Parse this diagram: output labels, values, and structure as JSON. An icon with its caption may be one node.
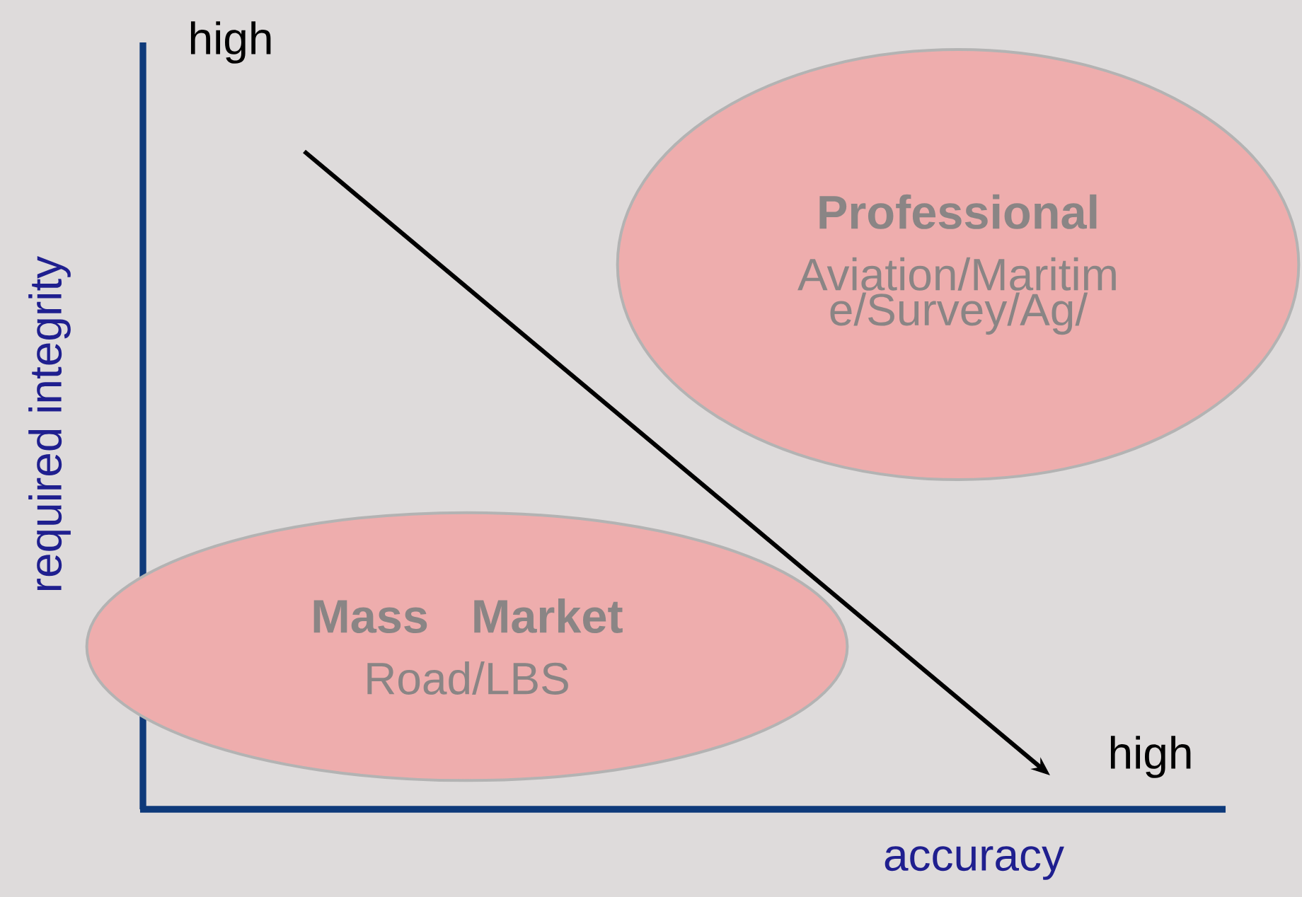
{
  "diagram": {
    "nodes": [
      {
        "text": [
          "Professional",
          "Aviation/Maritim e/Survey/Ag/"
        ]
      },
      {
        "text": [
          "Mass Market",
          "Road/LBS"
        ]
      }
    ],
    "labels": [
      "high",
      "required integrity",
      "high",
      "accuracy"
    ]
  }
}
